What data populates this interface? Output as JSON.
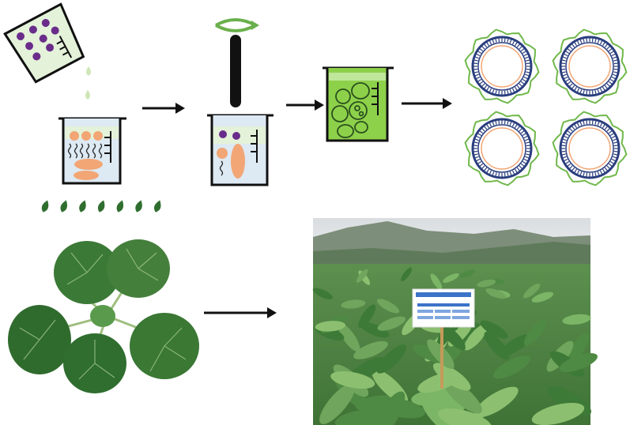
{
  "figure": {
    "steps": [
      {
        "id": "pour-nanoparticles"
      },
      {
        "id": "mix-components"
      },
      {
        "id": "stir-homogenize"
      },
      {
        "id": "vesicle-solution"
      },
      {
        "id": "liposome-vesicles"
      }
    ],
    "bottom_row": [
      {
        "id": "tobacco-seedling"
      },
      {
        "id": "field-trial"
      }
    ],
    "sign": {
      "title": "",
      "lines": []
    }
  },
  "colors": {
    "nanoparticle": "#6a2c8a",
    "beaker_fill": "#dde9f3",
    "liquid_green": "#8dd14a",
    "label_green": "#e3f2d9",
    "lipid_orange": "#f2a675",
    "membrane_green": "#70b84b",
    "membrane_navy": "#2a3e7e",
    "leaf_green": "#2f6e2f",
    "arrow": "#111111"
  }
}
